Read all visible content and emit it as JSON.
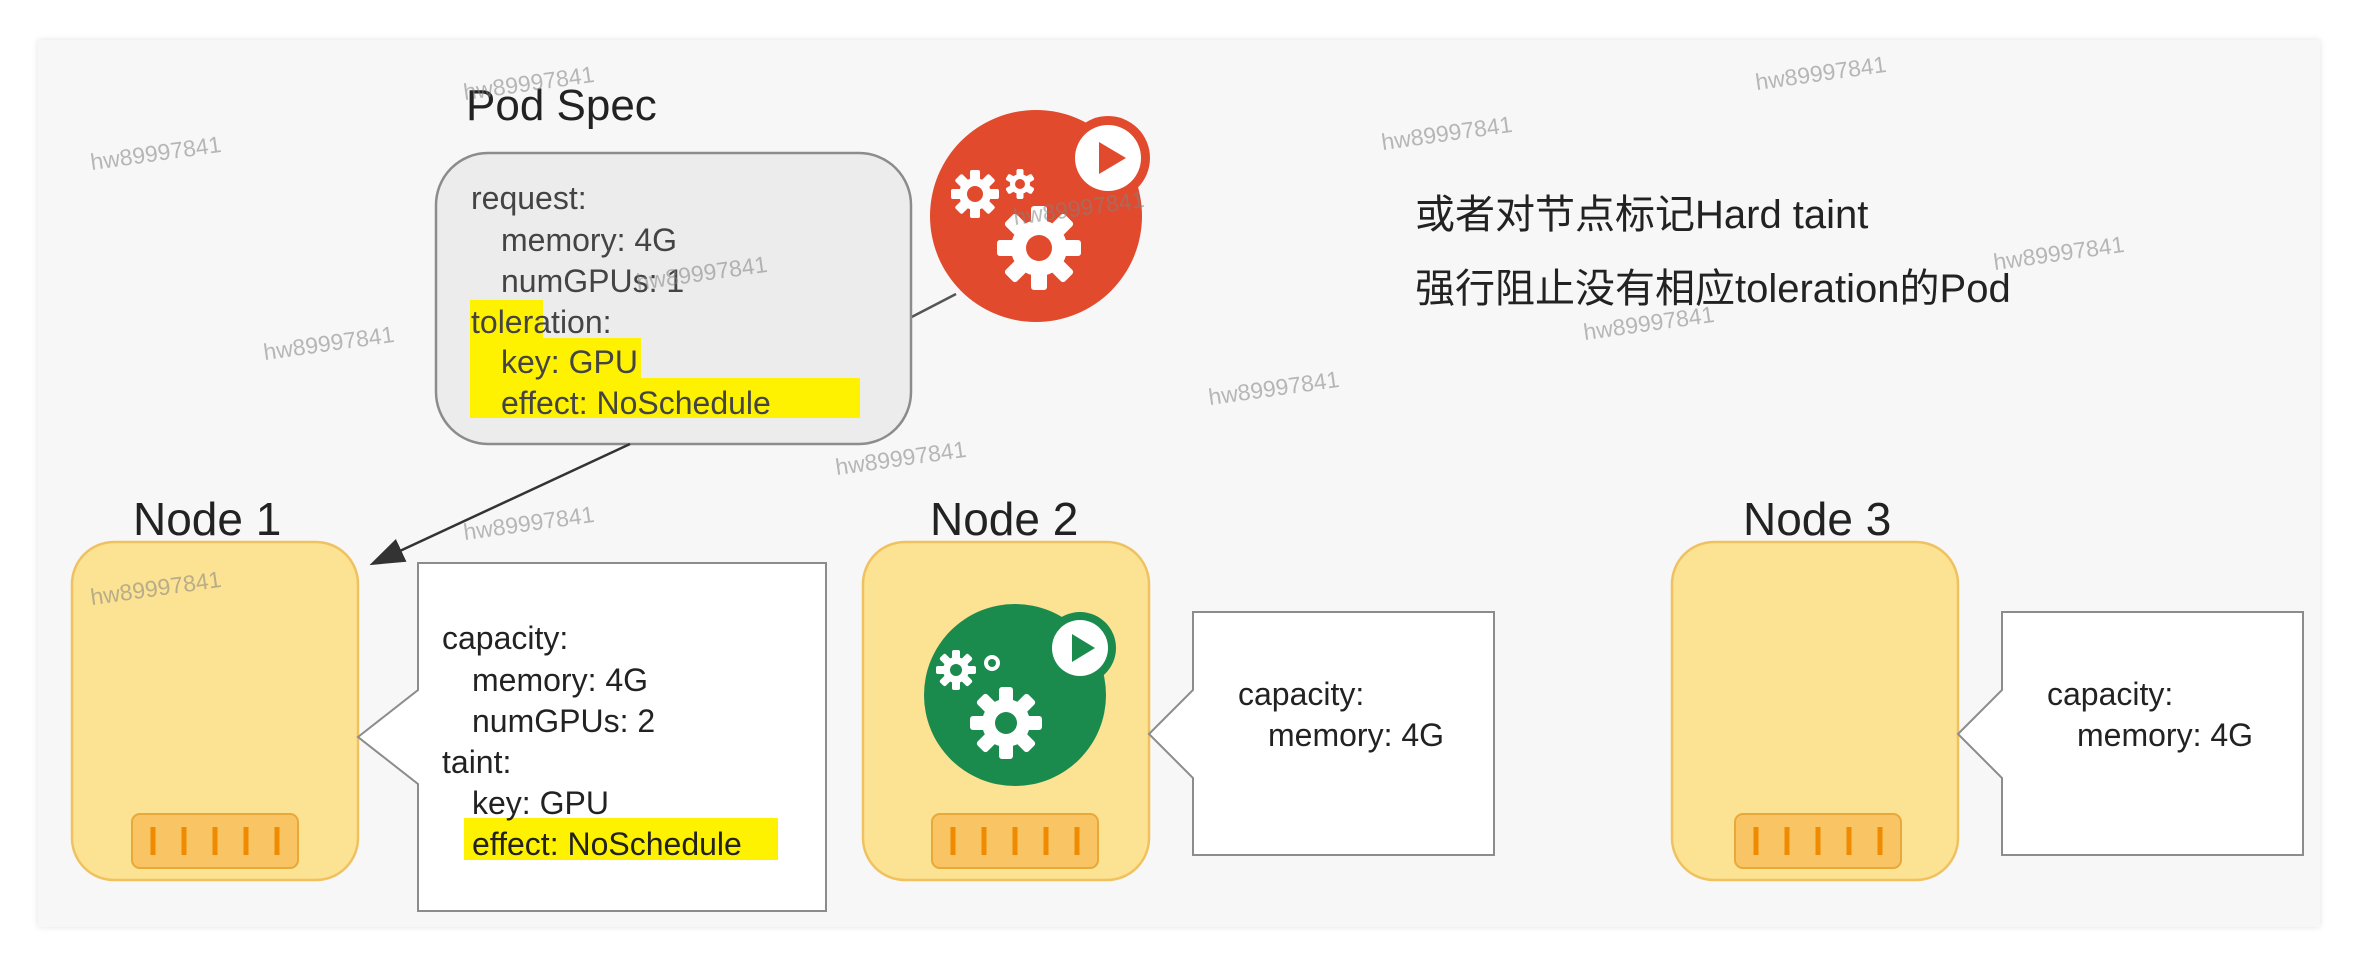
{
  "pod_spec": {
    "title": "Pod Spec",
    "lines": [
      "request:",
      "memory: 4G",
      "numGPUs: 1",
      "toleration:",
      "key: GPU",
      "effect: NoSchedule"
    ]
  },
  "nodes": [
    {
      "title": "Node 1",
      "capacity_lines": [
        "capacity:",
        "memory: 4G",
        "numGPUs: 2",
        "taint:",
        "key: GPU",
        "effect: NoSchedule"
      ]
    },
    {
      "title": "Node 2",
      "capacity_lines": [
        "capacity:",
        "memory: 4G"
      ]
    },
    {
      "title": "Node 3",
      "capacity_lines": [
        "capacity:",
        "memory: 4G"
      ]
    }
  ],
  "note": {
    "line1": "或者对节点标记Hard taint",
    "line2": "强行阻止没有相应toleration的Pod"
  },
  "watermark": "hw89997841",
  "colors": {
    "node_fill": "#fce293",
    "node_border": "#f0c25f",
    "highlight": "#fff200",
    "pod_red": "#e24a2d",
    "pod_green": "#1b8a4d",
    "spec_box": "#ececec"
  }
}
